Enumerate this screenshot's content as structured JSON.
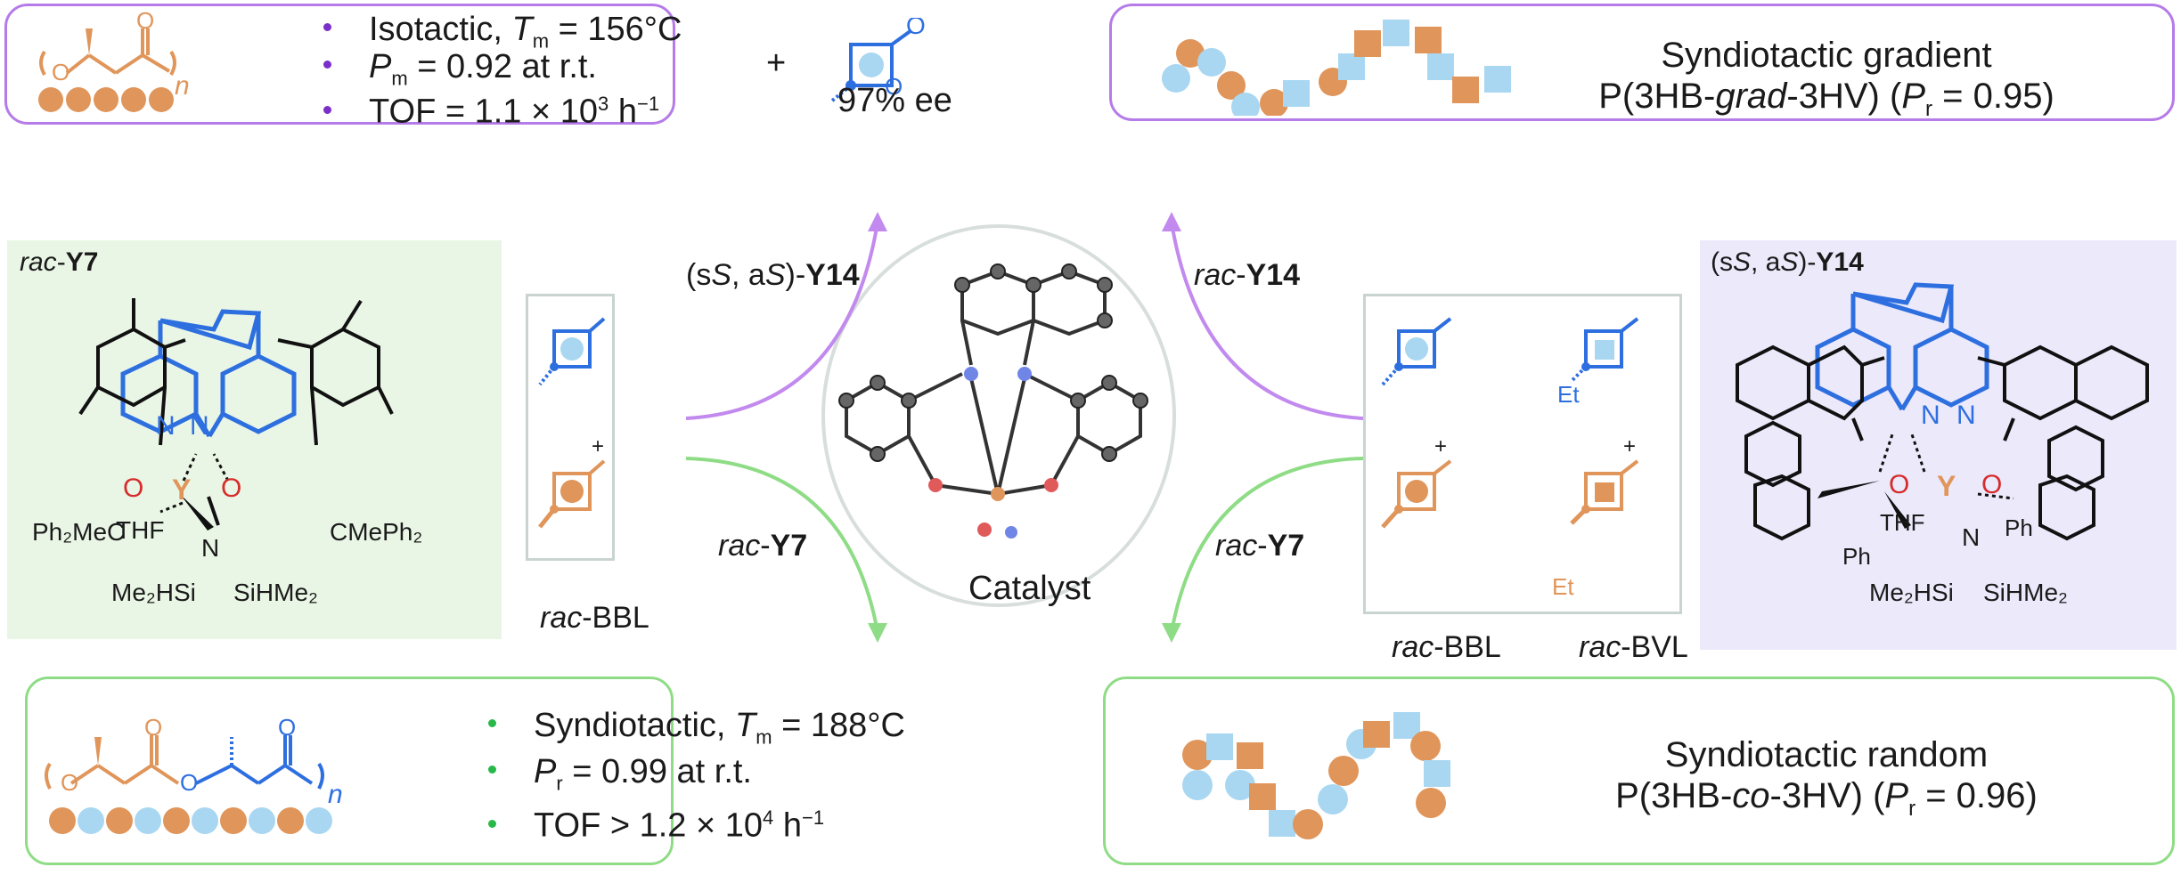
{
  "colors": {
    "orange": "#e0955a",
    "light_blue": "#a9d7f1",
    "blue": "#2e6fe0",
    "purple": "#b57be8",
    "green": "#8fdc86",
    "green_bg": "#e9f6e5",
    "purple_bg": "#ece9fb",
    "grey": "#c9d4d0",
    "bullet_purple": "#7a2fc9",
    "bullet_green": "#28b84a"
  },
  "top_left": {
    "polymer_subscript": "n",
    "bullets": [
      {
        "pre": "Isotactic, ",
        "sym": "T",
        "sub": "m",
        "post": " = 156°C"
      },
      {
        "pre": "",
        "sym": "P",
        "sub": "m",
        "post": " = 0.92 at r.t."
      },
      {
        "pre": "",
        "sym": "",
        "sub": "",
        "post": "TOF = 1.1 × 10",
        "sup": "3",
        "post2": " h",
        "sup2": "−1"
      }
    ],
    "plus": "+",
    "ee": "97% ee"
  },
  "top_right": {
    "title": "Syndiotactic gradient",
    "sub_pre": "P(3HB-",
    "sub_it": "grad",
    "sub_mid": "-3HV) (",
    "sub_sym": "P",
    "sub_sub": "r",
    "sub_post": " = 0.95)"
  },
  "bottom_left": {
    "polymer_subscript": "n",
    "bullets": [
      {
        "pre": "Syndiotactic, ",
        "sym": "T",
        "sub": "m",
        "post": " = 188°C"
      },
      {
        "pre": "",
        "sym": "P",
        "sub": "r",
        "post": " = 0.99 at r.t."
      },
      {
        "pre": "",
        "sym": "",
        "sub": "",
        "post": "TOF > 1.2 × 10",
        "sup": "4",
        "post2": " h",
        "sup2": "−1"
      }
    ]
  },
  "bottom_right": {
    "title": "Syndiotactic random",
    "sub_pre": "P(3HB-",
    "sub_it": "co",
    "sub_mid": "-3HV) (",
    "sub_sym": "P",
    "sub_sub": "r",
    "sub_post": " = 0.96)"
  },
  "left_catalyst": {
    "label_it": "rac",
    "label_b": "Y7",
    "metal": "Y",
    "thf": "THF",
    "n": "N",
    "o": "O",
    "left_sub": "Ph₂MeC",
    "right_sub": "CMePh₂",
    "si_left": "Me₂HSi",
    "si_right": "SiHMe₂"
  },
  "right_catalyst": {
    "label_pre": "(s",
    "label_s": "S",
    "label_mid": ", a",
    "label_s2": "S",
    "label_post": ")-",
    "label_b": "Y14",
    "metal": "Y",
    "thf": "THF",
    "n": "N",
    "o": "O",
    "ph": "Ph",
    "si_left": "Me₂HSi",
    "si_right": "SiHMe₂"
  },
  "center": {
    "catalyst_label": "Catalyst",
    "arrow_top_left_pre": "(s",
    "arrow_top_left_s": "S",
    "arrow_top_left_mid": ", a",
    "arrow_top_left_s2": "S",
    "arrow_top_left_post": ")-",
    "arrow_top_left_b": "Y14",
    "arrow_top_right_it": "rac",
    "arrow_top_right_b": "Y14",
    "arrow_bottom_left_it": "rac",
    "arrow_bottom_left_b": "Y7",
    "arrow_bottom_right_it": "rac",
    "arrow_bottom_right_b": "Y7"
  },
  "monomer_left": {
    "plus": "+",
    "label_it": "rac",
    "label": "-BBL"
  },
  "monomer_right": {
    "plus1": "+",
    "plus2": "+",
    "et1": "Et",
    "et2": "Et",
    "label1_it": "rac",
    "label1": "-BBL",
    "label2_it": "rac",
    "label2": "-BVL"
  }
}
